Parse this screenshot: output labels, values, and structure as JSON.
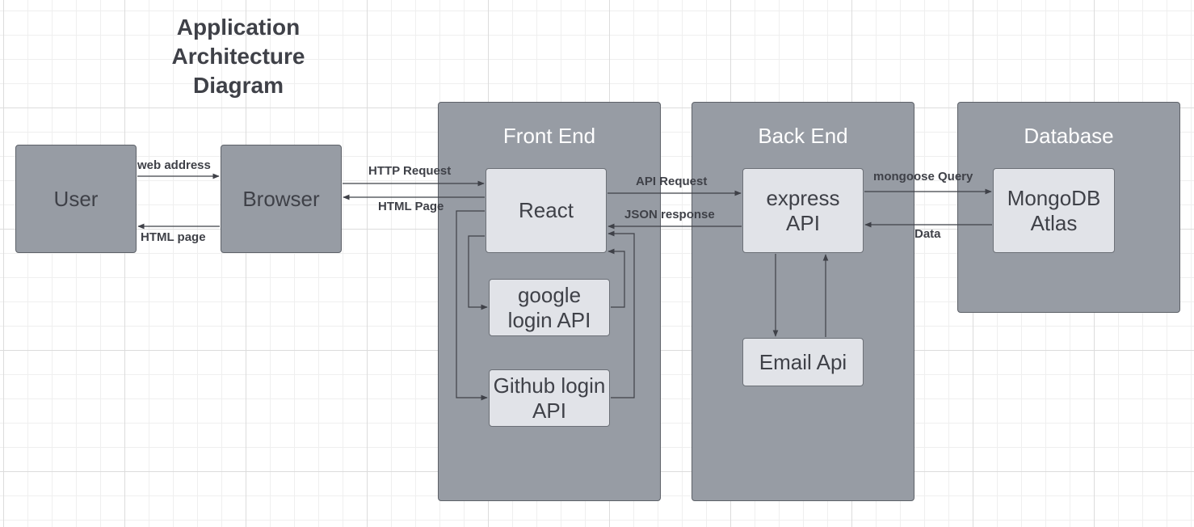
{
  "title": [
    "Application",
    "Architecture",
    "Diagram"
  ],
  "containers": {
    "frontend": "Front End",
    "backend": "Back End",
    "database": "Database"
  },
  "nodes": {
    "user": "User",
    "browser": "Browser",
    "react": "React",
    "google": [
      "google",
      "login API"
    ],
    "github": [
      "Github login",
      "API"
    ],
    "express": [
      "express",
      "API"
    ],
    "email": "Email Api",
    "mongo": [
      "MongoDB",
      "Atlas"
    ]
  },
  "edges": {
    "web_address": "web address",
    "html_page_lower": "HTML page",
    "http_request": "HTTP Request",
    "html_page_upper": "HTML Page",
    "api_request": "API Request",
    "json_response": "JSON response",
    "mongoose_query": "mongoose Query",
    "data": "Data"
  },
  "colors": {
    "container_fill": "#979ca4",
    "node_light_fill": "#e1e3e8",
    "line": "#3f4148"
  }
}
